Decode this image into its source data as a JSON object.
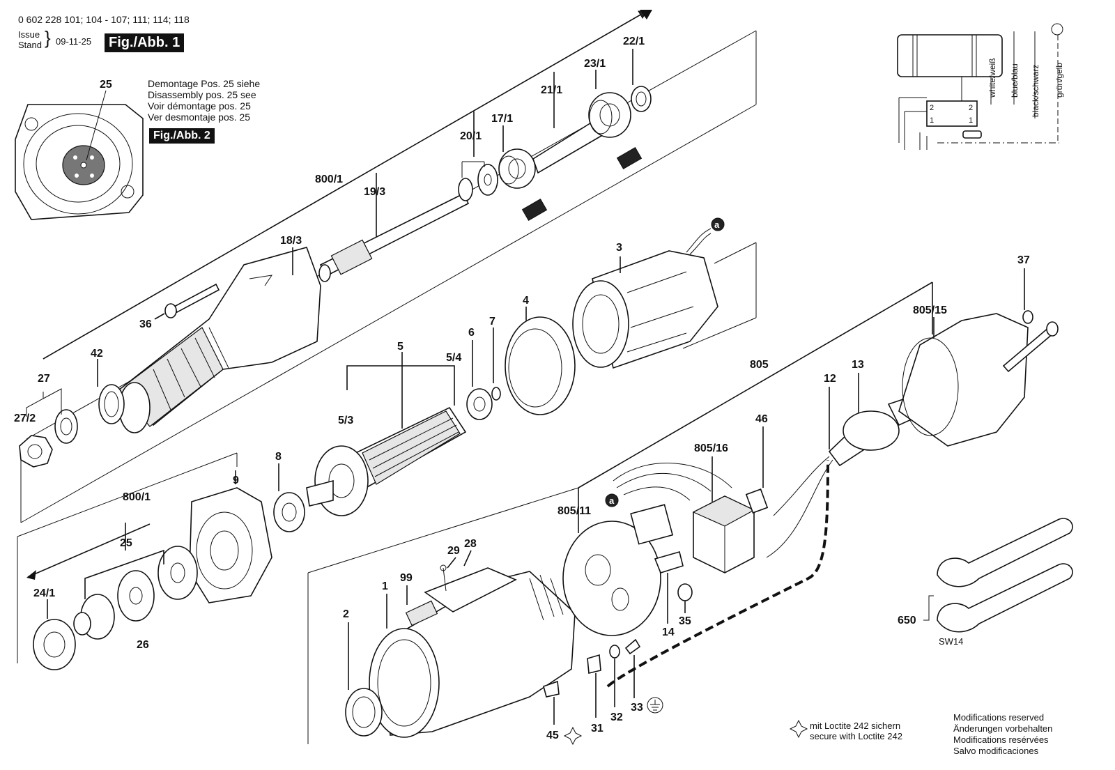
{
  "header": {
    "part_numbers": "0 602 228 101; 104 - 107; 111; 114; 118",
    "issue_label": "Issue",
    "stand_label": "Stand",
    "issue_date": "09-11-25",
    "figure_badge": "Fig./Abb. 1"
  },
  "disassembly_note": {
    "lines": [
      "Demontage Pos. 25 siehe",
      "Disassembly pos. 25 see",
      "Voir démontage pos. 25",
      "Ver desmontaje pos. 25"
    ],
    "figure_ref": "Fig./Abb. 2"
  },
  "wiring": {
    "labels": [
      "white/weiß",
      "blue/blau",
      "black/schwarz",
      "grün/gelb"
    ],
    "terminals": [
      "2",
      "2",
      "1",
      "1"
    ]
  },
  "part_labels": {
    "p25_inset": "25",
    "p800_1a": "800/1",
    "p19_3": "19/3",
    "p20_1": "20/1",
    "p17_1": "17/1",
    "p21_1": "21/1",
    "p23_1": "23/1",
    "p22_1": "22/1",
    "p18_3": "18/3",
    "p36": "36",
    "p42": "42",
    "p27": "27",
    "p27_2": "27/2",
    "pa1": "a",
    "p3": "3",
    "p4": "4",
    "p7": "7",
    "p6": "6",
    "p5": "5",
    "p5_4": "5/4",
    "p5_3": "5/3",
    "p8": "8",
    "p9": "9",
    "p800_1b": "800/1",
    "p25": "25",
    "p24_1": "24/1",
    "p26": "26",
    "p37": "37",
    "p805_15": "805/15",
    "p805": "805",
    "p12": "12",
    "p13": "13",
    "p46": "46",
    "p805_16": "805/16",
    "pa2": "a",
    "p805_11": "805/11",
    "p29": "29",
    "p28": "28",
    "p99": "99",
    "p1": "1",
    "p2": "2",
    "p14": "14",
    "p35": "35",
    "p31": "31",
    "p32": "32",
    "p33": "33",
    "p45": "45",
    "p650": "650"
  },
  "wrench_size": "SW14",
  "loctite_note": [
    "mit Loctite 242 sichern",
    "secure with Loctite 242"
  ],
  "modifications_note": [
    "Modifications reserved",
    "Änderungen vorbehalten",
    "Modifications resérvées",
    "Salvo modificaciones"
  ]
}
